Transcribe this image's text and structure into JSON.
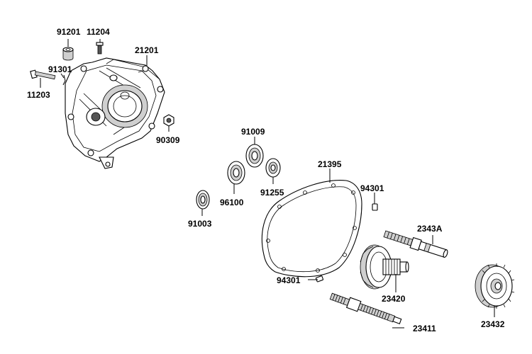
{
  "labels": {
    "l91201": "91201",
    "l11204": "11204",
    "l21201": "21201",
    "l91301": "91301",
    "l11203": "11203",
    "l90309": "90309",
    "l91009": "91009",
    "l96100": "96100",
    "l91255": "91255",
    "l91003": "91003",
    "l21395": "21395",
    "l94301a": "94301",
    "l2343A": "2343A",
    "l94301b": "94301",
    "l23420": "23420",
    "l23411": "23411",
    "l23432": "23432"
  }
}
